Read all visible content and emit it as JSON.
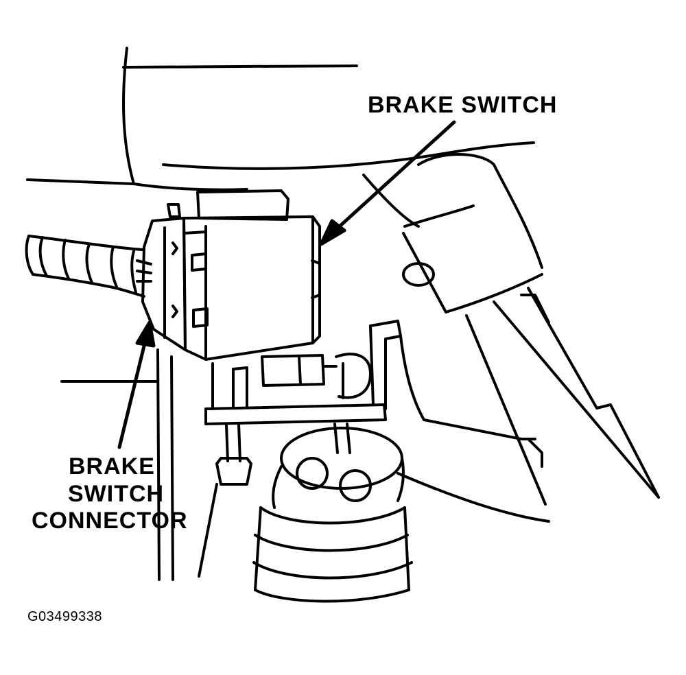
{
  "labels": {
    "brake_switch": "BRAKE SWITCH",
    "connector_line1": "BRAKE",
    "connector_line2": "SWITCH",
    "connector_line3": "CONNECTOR"
  },
  "figure_code": "G03499338",
  "colors": {
    "ink": "#000000",
    "paper": "#ffffff"
  }
}
